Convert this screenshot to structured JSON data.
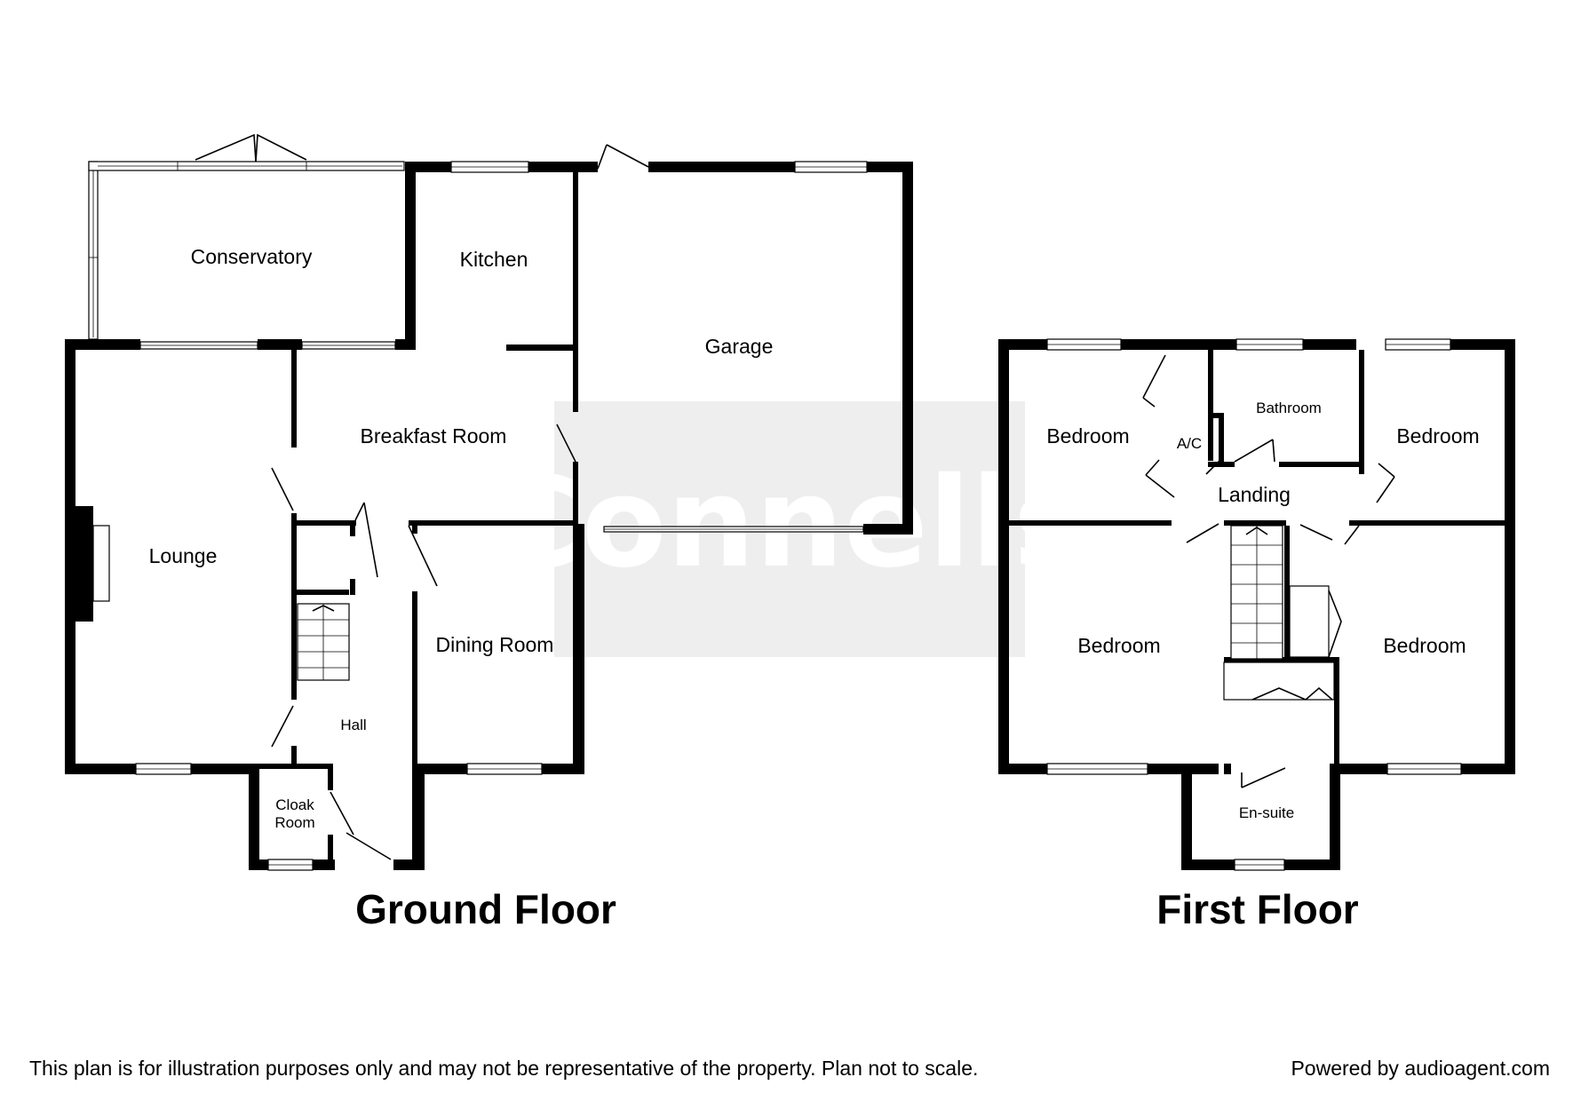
{
  "watermark": {
    "text": "Connells"
  },
  "ground_floor": {
    "title": "Ground Floor",
    "rooms": {
      "conservatory": "Conservatory",
      "kitchen": "Kitchen",
      "garage": "Garage",
      "breakfast_room": "Breakfast Room",
      "lounge": "Lounge",
      "dining_room": "Dining Room",
      "hall": "Hall",
      "cloak_room_line1": "Cloak",
      "cloak_room_line2": "Room"
    }
  },
  "first_floor": {
    "title": "First Floor",
    "rooms": {
      "bedroom_top_left": "Bedroom",
      "ac": "A/C",
      "bathroom": "Bathroom",
      "bedroom_top_right": "Bedroom",
      "landing": "Landing",
      "bedroom_bottom_left": "Bedroom",
      "bedroom_bottom_right": "Bedroom",
      "en_suite": "En-suite"
    }
  },
  "footer": {
    "disclaimer": "This plan is for illustration purposes only and may not be representative of the property. Plan not to scale.",
    "powered_by": "Powered by audioagent.com"
  }
}
